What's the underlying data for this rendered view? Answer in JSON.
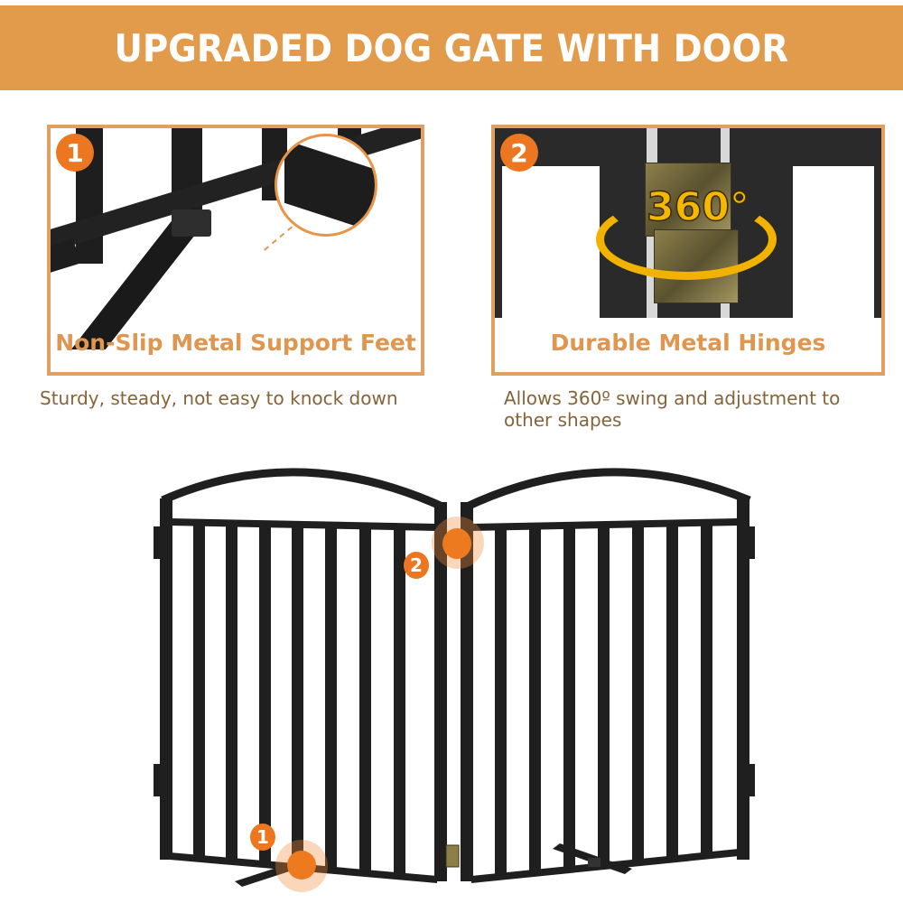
{
  "banner": {
    "title": "UPGRADED DOG GATE WITH DOOR",
    "background_color": "#e29b4b",
    "text_color": "#ffffff"
  },
  "features": [
    {
      "number": "1",
      "title": "Non-Slip Metal Support Feet",
      "description": "Sturdy, steady, not easy to knock down",
      "image": "support-feet-closeup"
    },
    {
      "number": "2",
      "title": "Durable Metal Hinges",
      "overlay_text": "360°",
      "description": "Allows 360º swing and adjustment to other shapes",
      "image": "hinge-closeup"
    }
  ],
  "product": {
    "image": "two-panel-folding-dog-gate",
    "callouts": [
      {
        "number": "2",
        "target": "hinge"
      },
      {
        "number": "1",
        "target": "support-foot"
      }
    ]
  },
  "colors": {
    "accent_orange": "#ed7620",
    "panel_border": "#e1a061",
    "caption_text": "#df9650",
    "description_text": "#86643a",
    "metal": "#1e1e1e"
  }
}
